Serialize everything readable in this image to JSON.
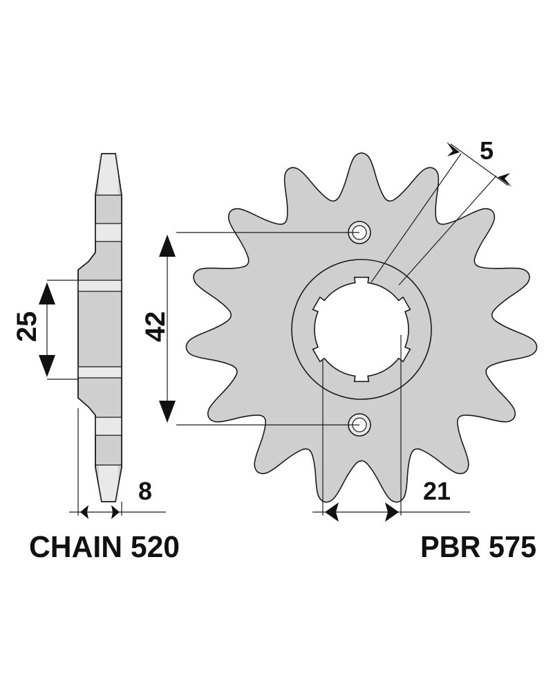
{
  "colors": {
    "part_fill": "#cfcfcf",
    "part_fill_light": "#e9e9e9",
    "line": "#1a1a1a",
    "text": "#111111",
    "background": "#ffffff"
  },
  "dimensions": {
    "tooth_width": "5",
    "bolt_spacing": "42",
    "hub_height": "25",
    "thickness": "8",
    "spline_diameter": "21"
  },
  "captions": {
    "chain": "CHAIN 520",
    "part_number": "PBR 575"
  },
  "sprocket": {
    "teeth": 15
  }
}
